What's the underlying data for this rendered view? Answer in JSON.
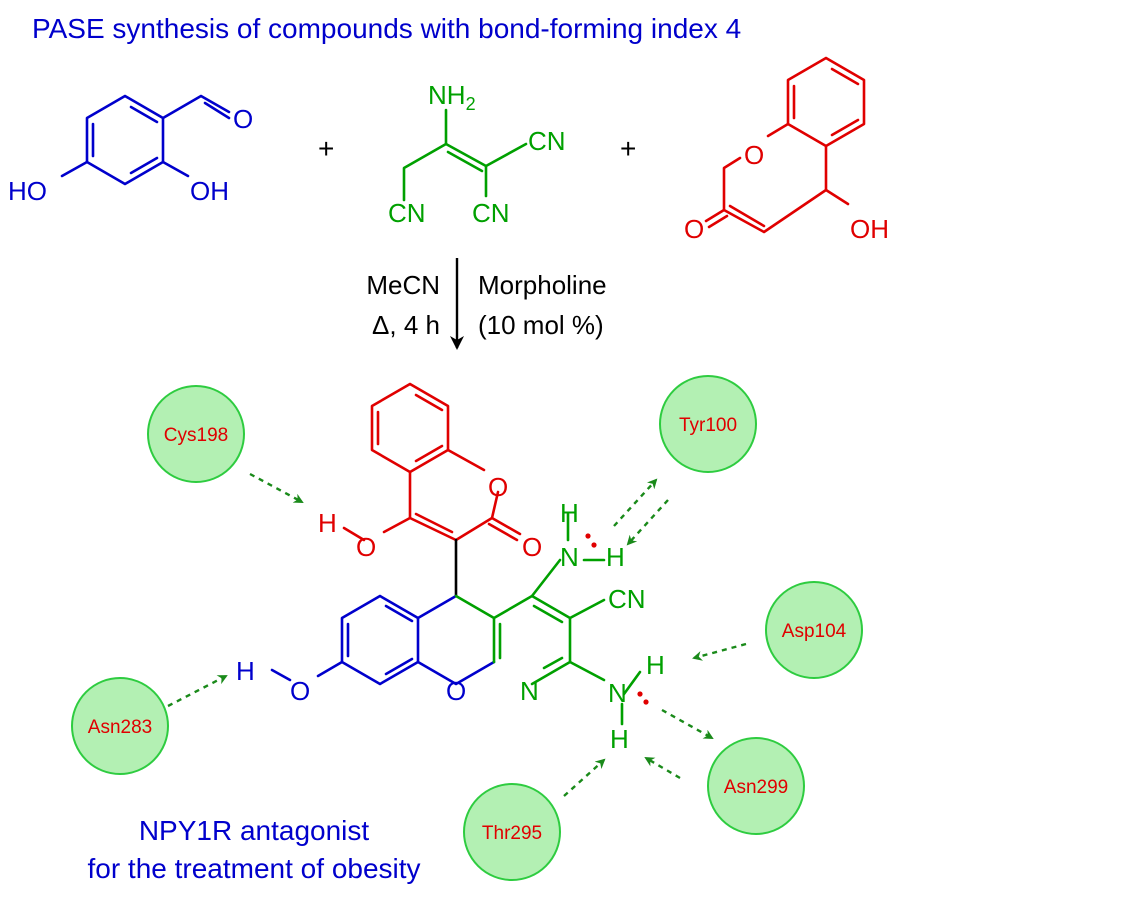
{
  "title": "PASE synthesis of compounds with bond-forming index 4",
  "plus_sign": "+",
  "reactant1": {
    "aldehyde_O": "O",
    "OH_left": "HO",
    "OH_right": "OH"
  },
  "reactant2": {
    "amine": "NH2",
    "cn_top": "CN",
    "cn_bottom_left": "CN",
    "cn_bottom_right": "CN"
  },
  "reactant3": {
    "ring_O": "O",
    "carbonyl_O": "O",
    "OH": "OH"
  },
  "conditions": {
    "solvent": "MeCN",
    "heat_time": "Δ, 4 h",
    "catalyst": "Morpholine",
    "catalyst_amount": "(10 mol %)"
  },
  "product": {
    "oh_H": "H",
    "oh_O": "O",
    "lactone_O": "O",
    "carbonyl_O": "O",
    "nh_top_N": "N",
    "nh_top_H_up": "H",
    "nh_top_H_right": "H",
    "cn": "CN",
    "ring_O": "O",
    "ring_N": "N",
    "nh_bottom_N": "N",
    "nh_bottom_H_right": "H",
    "nh_bottom_H_down": "H",
    "phenol_O": "O",
    "phenol_H": "H"
  },
  "residues": [
    "Cys198",
    "Tyr100",
    "Asp104",
    "Asn283",
    "Asn299",
    "Thr295"
  ],
  "caption": {
    "line1": "NPY1R antagonist",
    "line2": "for the treatment of obesity"
  },
  "colors": {
    "blue": "#0000cc",
    "green": "#00a000",
    "red": "#e00000",
    "residue_fill": "#b3f0b3",
    "residue_stroke": "#2ecc40",
    "hbond_arrow": "#1a8a1a"
  }
}
